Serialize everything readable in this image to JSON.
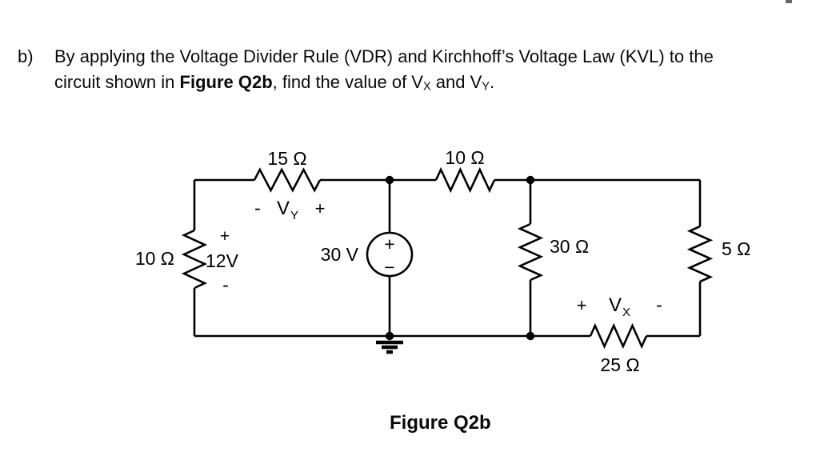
{
  "question": {
    "label": "b)",
    "line1": "By applying the Voltage Divider Rule (VDR) and Kirchhoff’s Voltage Law (KVL) to the",
    "line2_pre": "circuit shown in ",
    "figure_ref": "Figure Q2b",
    "line2_mid": ", find the value of V",
    "vx_sub": "X",
    "line2_and": " and V",
    "vy_sub": "Y",
    "line2_end": "."
  },
  "circuit": {
    "r15": {
      "label": "15 Ω"
    },
    "r10_top": {
      "label": "10 Ω"
    },
    "r10_left": {
      "label": "10 Ω"
    },
    "r30": {
      "label": "30 Ω"
    },
    "r5": {
      "label": "5 Ω"
    },
    "r25": {
      "label": "25 Ω"
    },
    "v12": {
      "label": "12V",
      "plus": "+",
      "minus": "-"
    },
    "v30": {
      "label": "30 V",
      "plus": "+",
      "minus": "−"
    },
    "vy": {
      "minus": "-",
      "symbol": "V",
      "subscript": "Y",
      "plus": "+"
    },
    "vx": {
      "plus": "+",
      "symbol": "V",
      "subscript": "X",
      "minus": "-"
    }
  },
  "caption": "Figure Q2b",
  "colors": {
    "ink": "#000000",
    "background": "#ffffff"
  }
}
